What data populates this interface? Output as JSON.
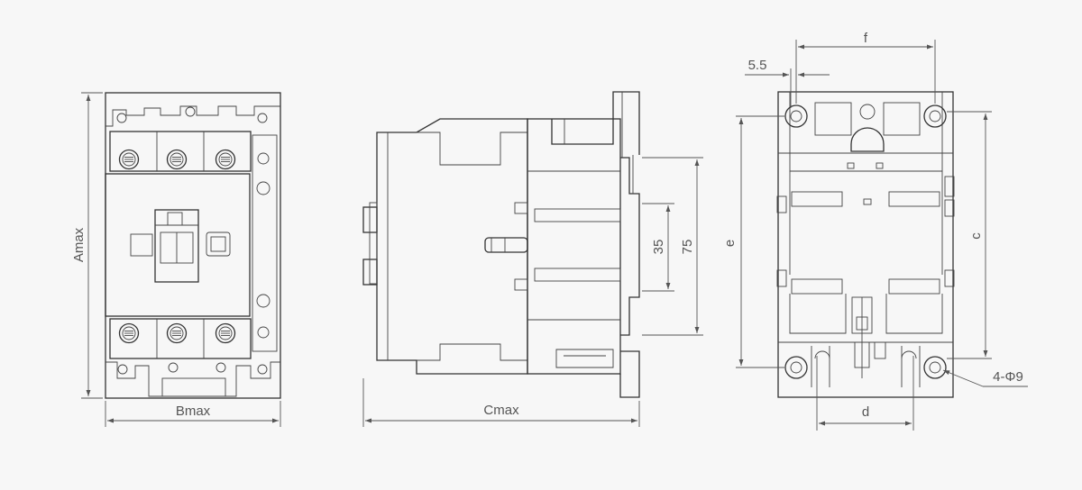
{
  "front_view": {
    "label_height": "Amax",
    "label_width": "Bmax"
  },
  "side_view": {
    "label_depth": "Cmax",
    "label_35": "35",
    "label_75": "75"
  },
  "mount_view": {
    "label_f": "f",
    "label_hole_offset": "5.5",
    "label_e": "e",
    "label_c": "c",
    "label_d": "d",
    "label_holes": "4-Φ9"
  },
  "colors": {
    "line": "#333333",
    "background": "#f7f7f7",
    "dimension": "#555555"
  }
}
